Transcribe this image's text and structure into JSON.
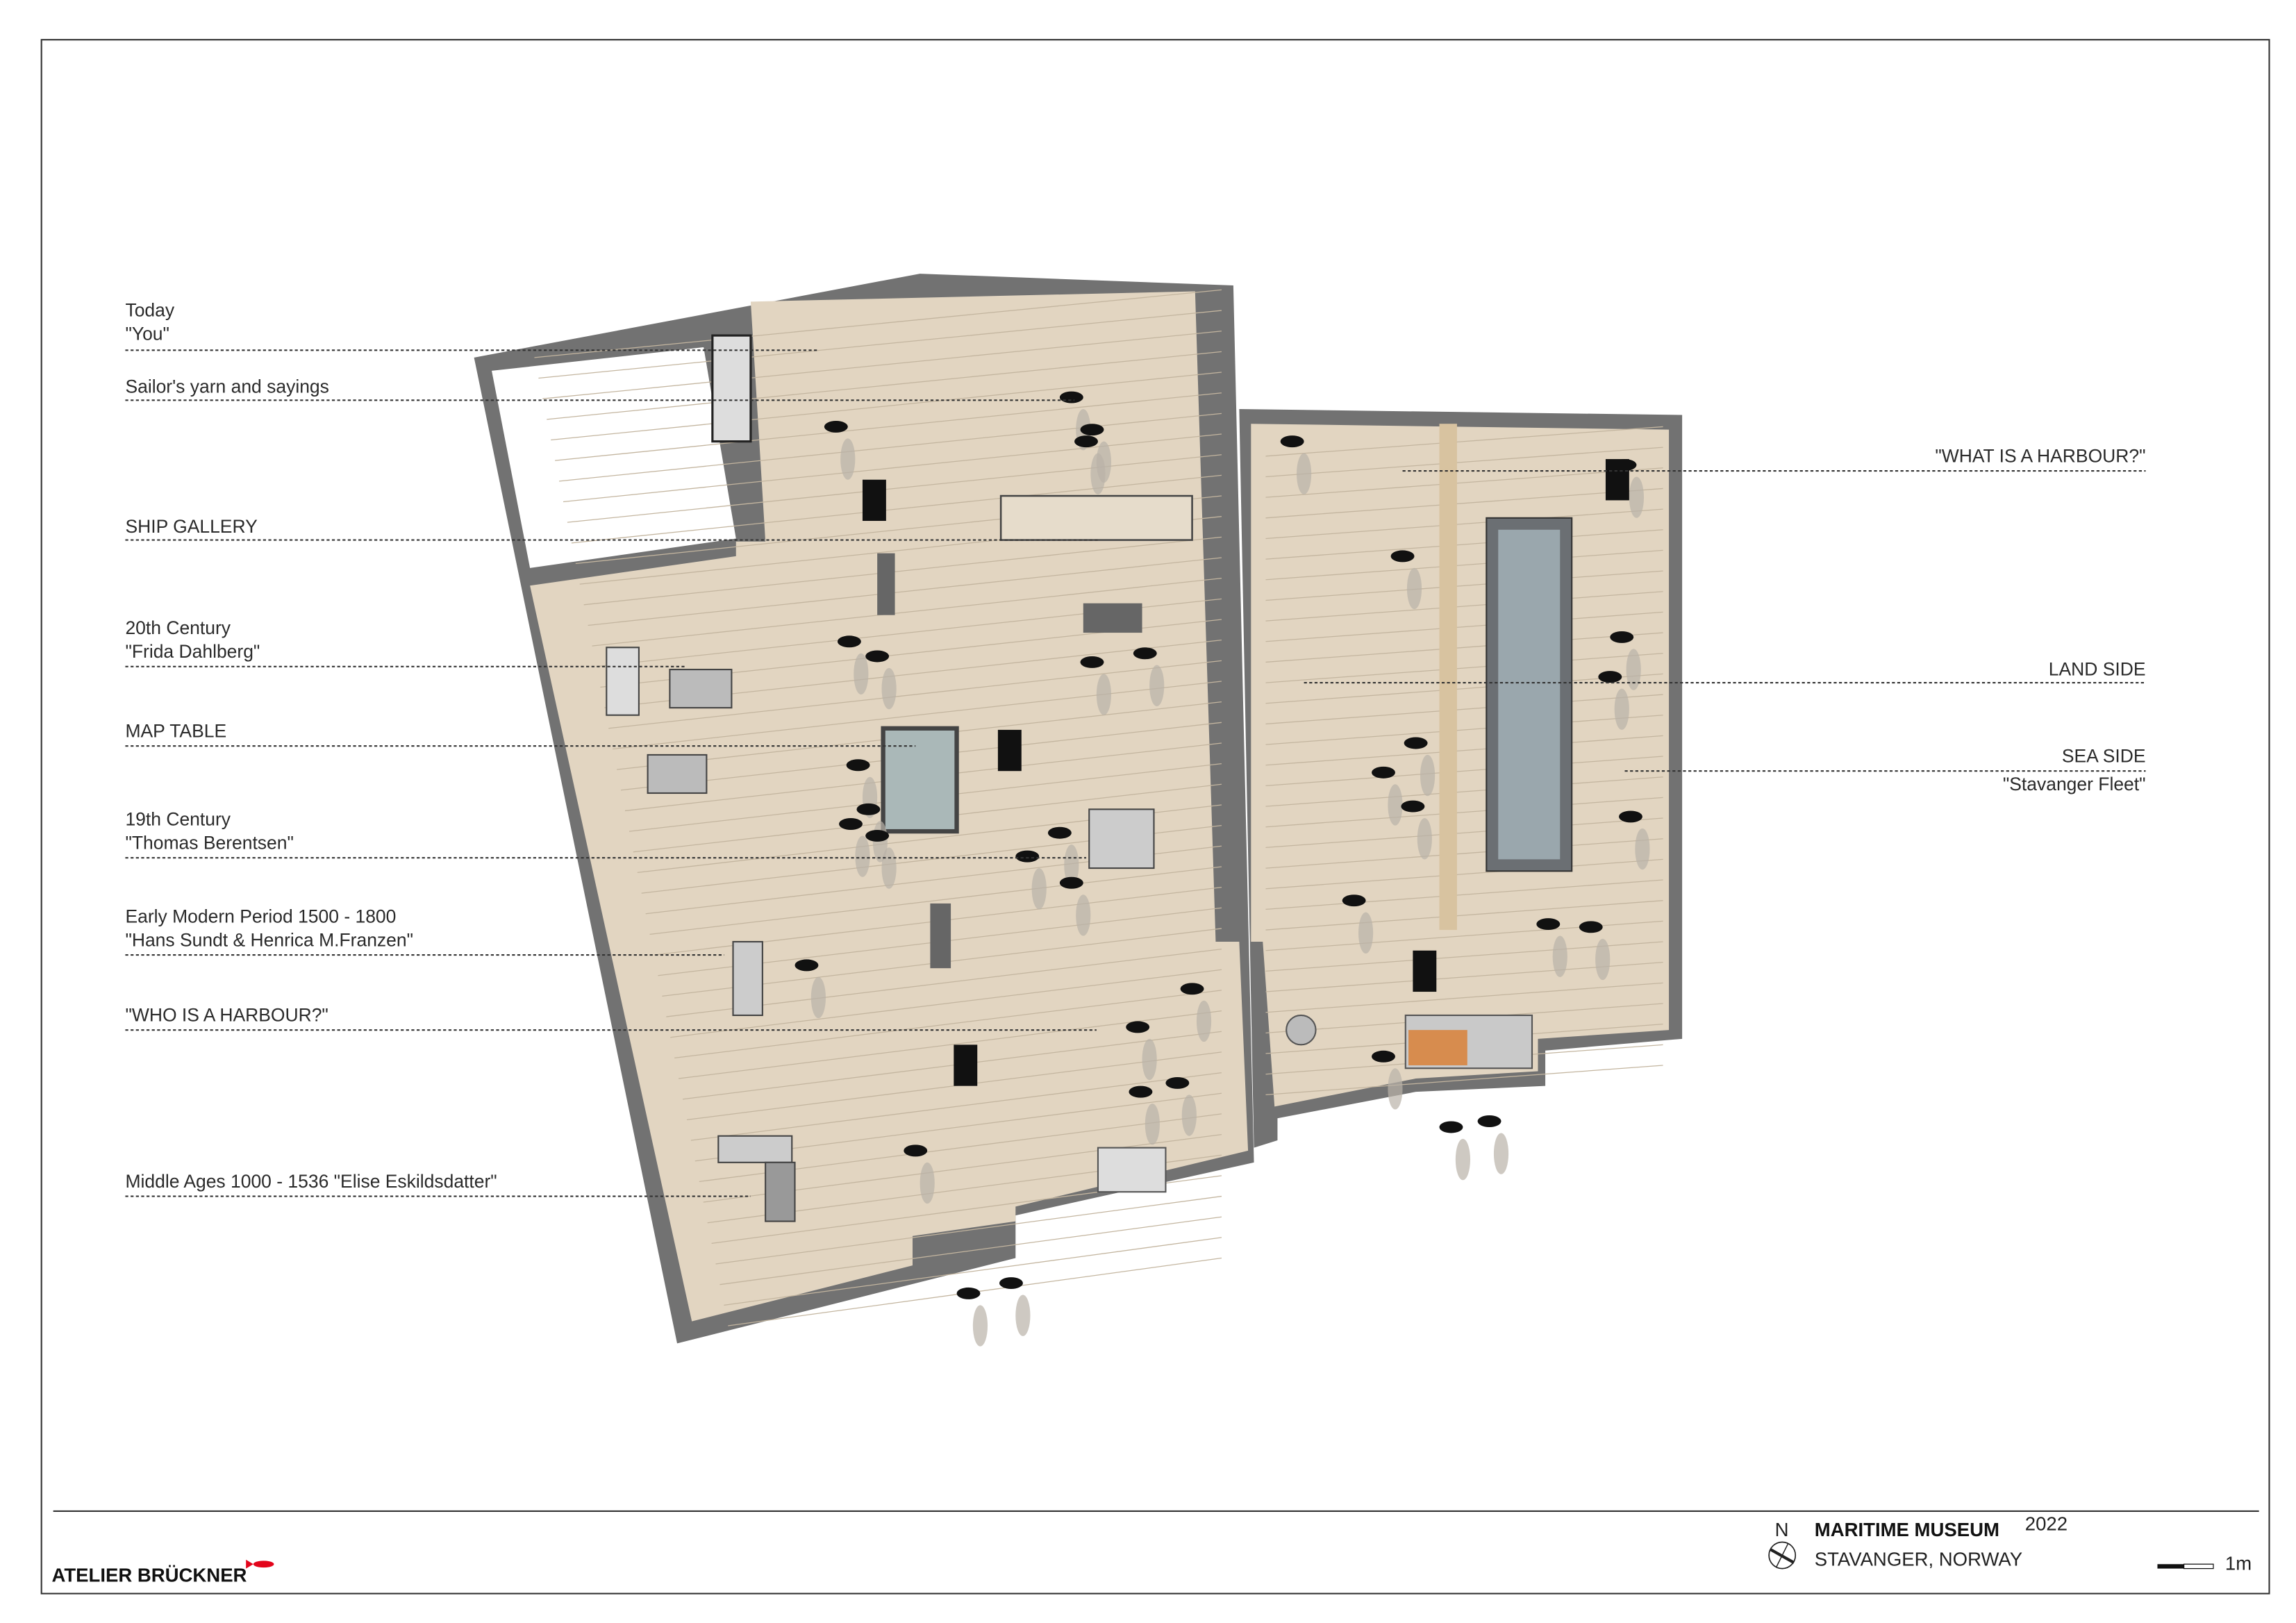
{
  "left_labels": [
    {
      "line1": "Today",
      "line2": "\"You\""
    },
    {
      "line1": "Sailor's yarn and sayings",
      "line2": ""
    },
    {
      "line1": "SHIP GALLERY",
      "line2": ""
    },
    {
      "line1": "20th Century",
      "line2": "\"Frida Dahlberg\""
    },
    {
      "line1": "MAP TABLE",
      "line2": ""
    },
    {
      "line1": "19th Century",
      "line2": "\"Thomas Berentsen\""
    },
    {
      "line1": "Early Modern Period 1500 - 1800",
      "line2": "\"Hans Sundt & Henrica M.Franzen\""
    },
    {
      "line1": "\"WHO IS A HARBOUR?\"",
      "line2": ""
    },
    {
      "line1": "Middle Ages 1000 - 1536 \"Elise Eskildsdatter\"",
      "line2": ""
    }
  ],
  "right_labels": [
    {
      "line1": "\"WHAT IS A HARBOUR?\"",
      "line2": ""
    },
    {
      "line1": "LAND SIDE",
      "line2": ""
    },
    {
      "line1": "SEA SIDE",
      "line2": "\"Stavanger Fleet\""
    }
  ],
  "title_block": {
    "north": "N",
    "title": "MARITIME MUSEUM",
    "year": "2022",
    "location": "STAVANGER, NORWAY",
    "scale_label": "1m",
    "logo": "ATELIER BRÜCKNER",
    "logo_color": "#e3051b"
  },
  "colors": {
    "floor": "#e2d5c1",
    "wall": "#727272"
  }
}
